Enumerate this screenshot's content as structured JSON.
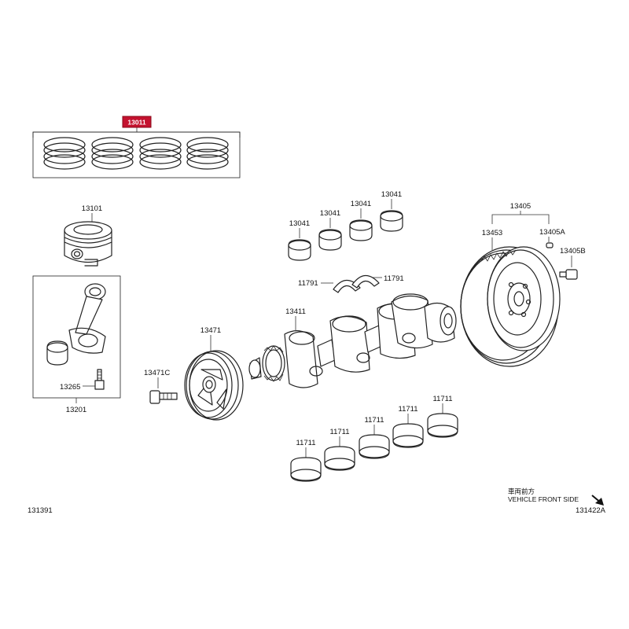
{
  "highlight": {
    "part": "13011",
    "color": "#c4122f"
  },
  "parts": {
    "ring_set": "13011",
    "piston": "13101",
    "rod_assembly": "13201",
    "rod_bolt": "13265",
    "pulley": "13471",
    "pulley_bolt": "13471C",
    "crankshaft": "13411",
    "upper_bearings": [
      "13041",
      "13041",
      "13041",
      "13041"
    ],
    "thrust_washers": [
      "11791",
      "11791"
    ],
    "lower_bearings": [
      "11711",
      "11711",
      "11711",
      "11711",
      "11711"
    ],
    "flywheel_assembly": "13405",
    "ring_gear": "13453",
    "flywheel_pin": "13405A",
    "flywheel_bolt": "13405B"
  },
  "footer": {
    "vehicle_front_cn": "車両前方",
    "vehicle_front_en": "VEHICLE FRONT SIDE",
    "code_left": "131391",
    "code_right": "131422A"
  },
  "icons": {
    "front_arrow": "arrow-down-right-icon"
  }
}
